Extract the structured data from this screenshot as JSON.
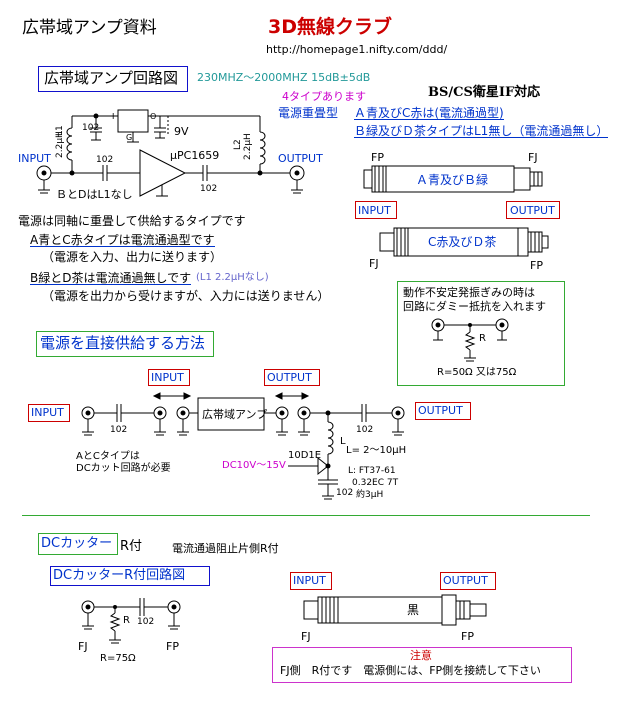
{
  "header": {
    "title": "広帯域アンプ資料",
    "club": "3D無線クラブ",
    "url": "http://homepage1.nifty.com/ddd/"
  },
  "section1": {
    "heading": "広帯域アンプ回路図",
    "spec": "230MHZ～2000MHZ 15dB±5dB"
  },
  "types": {
    "count": "4タイプあります",
    "feed_label": "電源重畳型",
    "ac_text": "Ａ青及びC赤は(電流通過型)",
    "bd_text": "Ｂ緑及びＤ茶タイプはL1無し（電流通過無し）",
    "bscs": "BS/CS衛星IF対応"
  },
  "schematic1": {
    "l1": "L1",
    "l1_val": "2.2μH",
    "c1": "102",
    "c2": "102",
    "c3": "102",
    "ic": "μPC1659",
    "v9": "9V",
    "l2": "L2",
    "l2_val": "2.2μH",
    "input": "INPUT",
    "output": "OUTPUT",
    "note_bd": "ＢとDはL1なし",
    "pin_g": "G",
    "pin_i": "I",
    "pin_o": "O"
  },
  "notes1": {
    "line1": "電源は同軸に重畳して供給するタイプです",
    "line2": "A青とC赤タイプは電流通過型です",
    "line3": "（電源を入力、出力に送ります）",
    "line4a": "B緑とD茶は電流通過無しです",
    "line4b": "(L1 2.2μHなし)",
    "line5": "（電源を出力から受けますが、入力には送りません）"
  },
  "unit_ab": {
    "fp": "FP",
    "fj": "FJ",
    "label": "Ａ青及びＢ緑",
    "input": "INPUT",
    "output": "OUTPUT"
  },
  "unit_cd": {
    "fj": "FJ",
    "fp": "FP",
    "label": "C赤及びＤ茶"
  },
  "dummy": {
    "line1": "動作不安定発振ぎみの時は",
    "line2": "回路にダミー抵抗を入れます",
    "r": "R",
    "value": "R=50Ω 又は75Ω"
  },
  "section2": {
    "heading": "電源を直接供給する方法",
    "input_box": "INPUT",
    "input_top": "INPUT",
    "output_top": "OUTPUT",
    "output_box": "OUTPUT",
    "amp": "広帯域アンプ",
    "c1": "102",
    "c2": "102",
    "c3": "102",
    "l": "L",
    "l_range": "L= 2～10μH",
    "diode": "10D1E",
    "dc": "DC10V～15V",
    "note1": "AとCタイプは",
    "note2": "DCカット回路が必要",
    "core1": "L: FT37-61",
    "core2": "0.32EC 7T",
    "core3": "約3μH"
  },
  "section3": {
    "heading": "DCカッター",
    "heading_suffix": "R付",
    "description": "電流通過阻止片側R付",
    "sub_heading": "DCカッターR付回路図",
    "fj": "FJ",
    "fp": "FP",
    "r": "R",
    "c": "102",
    "r_value": "R=75Ω",
    "input": "INPUT",
    "output": "OUTPUT",
    "unit_label": "黒",
    "fj2": "FJ",
    "fp2": "FP",
    "notice_title": "注意",
    "notice_text": "FJ側　R付です　電源側には、FP側を接続して下さい"
  }
}
